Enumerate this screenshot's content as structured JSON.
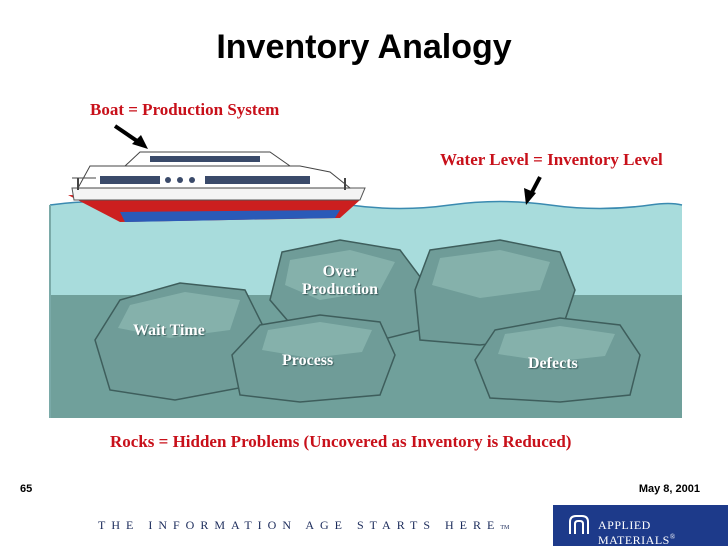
{
  "title": "Inventory Analogy",
  "labels": {
    "boat": "Boat = Production System",
    "water": "Water Level = Inventory Level",
    "rocks": "Rocks = Hidden Problems (Uncovered as Inventory is Reduced)"
  },
  "rocks": {
    "overproduction_line1": "Over",
    "overproduction_line2": "Production",
    "wait_time": "Wait Time",
    "process": "Process",
    "defects": "Defects"
  },
  "footer": {
    "slide_number": "65",
    "date": "May  8, 2001",
    "tagline": "THE INFORMATION AGE STARTS HERE",
    "tm": "TM",
    "brand": "APPLIED MATERIALS",
    "brand_mark": "®"
  },
  "colors": {
    "label_red": "#c8101a",
    "water": "#a8dcdc",
    "rock": "#6f9c98",
    "brand_blue": "#1d3a8a"
  }
}
